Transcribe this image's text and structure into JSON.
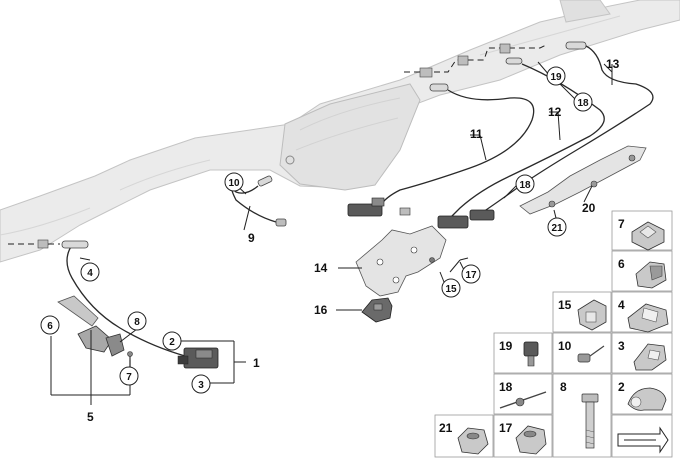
{
  "callouts": {
    "c1": "1",
    "c2": "2",
    "c3": "3",
    "c4": "4",
    "c5": "5",
    "c6": "6",
    "c7": "7",
    "c8": "8",
    "c9": "9",
    "c10": "10",
    "c11": "11",
    "c12": "12",
    "c13": "13",
    "c14": "14",
    "c15": "15",
    "c16": "16",
    "c17": "17",
    "c18a": "18",
    "c18b": "18",
    "c19": "19",
    "c20": "20",
    "c21": "21"
  },
  "grid": [
    {
      "label": "7",
      "icon": "clip-7-icon"
    },
    {
      "label": "6",
      "icon": "clip-6-icon"
    },
    {
      "label": "15",
      "icon": "clip-15-icon"
    },
    {
      "label": "4",
      "icon": "clip-4-icon"
    },
    {
      "label": "19",
      "icon": "plug-19-icon"
    },
    {
      "label": "10",
      "icon": "plug-10-icon"
    },
    {
      "label": "3",
      "icon": "clip-3-icon"
    },
    {
      "label": "18",
      "icon": "cable-tie-18-icon"
    },
    {
      "label": "8",
      "icon": "bolt-8-icon"
    },
    {
      "label": "2",
      "icon": "clip-2-icon"
    },
    {
      "label": "21",
      "icon": "nut-21-icon"
    },
    {
      "label": "17",
      "icon": "nut-17-icon"
    }
  ]
}
